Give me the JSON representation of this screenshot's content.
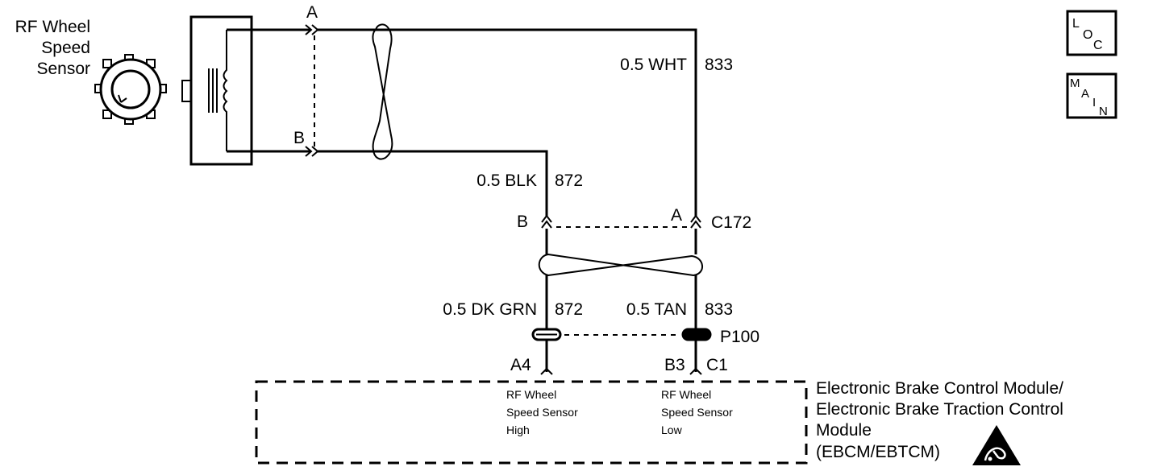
{
  "sensor": {
    "label_lines": [
      "RF Wheel",
      "Speed",
      "Sensor"
    ],
    "terminal_a": "A",
    "terminal_b": "B"
  },
  "wires": {
    "top_right_label": "0.5 WHT",
    "top_right_circuit": "833",
    "top_left_label": "0.5 BLK",
    "top_left_circuit": "872",
    "bottom_left_label": "0.5 DK GRN",
    "bottom_left_circuit": "872",
    "bottom_right_label": "0.5 TAN",
    "bottom_right_circuit": "833"
  },
  "connector_c172": {
    "name": "C172",
    "left_pin": "B",
    "right_pin": "A"
  },
  "connector_p100": {
    "name": "P100",
    "left_pin": "A4",
    "right_pin": "B3",
    "right_sub": "C1"
  },
  "module": {
    "title_lines": [
      "Electronic Brake Control Module/",
      "Electronic Brake Traction Control",
      "Module",
      "(EBCM/EBTCM)"
    ],
    "pin_high_lines": [
      "RF Wheel",
      "Speed Sensor",
      "High"
    ],
    "pin_low_lines": [
      "RF Wheel",
      "Speed Sensor",
      "Low"
    ]
  },
  "legend": {
    "loc_main": "L",
    "loc_sub": "O",
    "loc_end": "C",
    "main_1": "M",
    "main_2": "A",
    "main_3": "I",
    "main_4": "N"
  }
}
